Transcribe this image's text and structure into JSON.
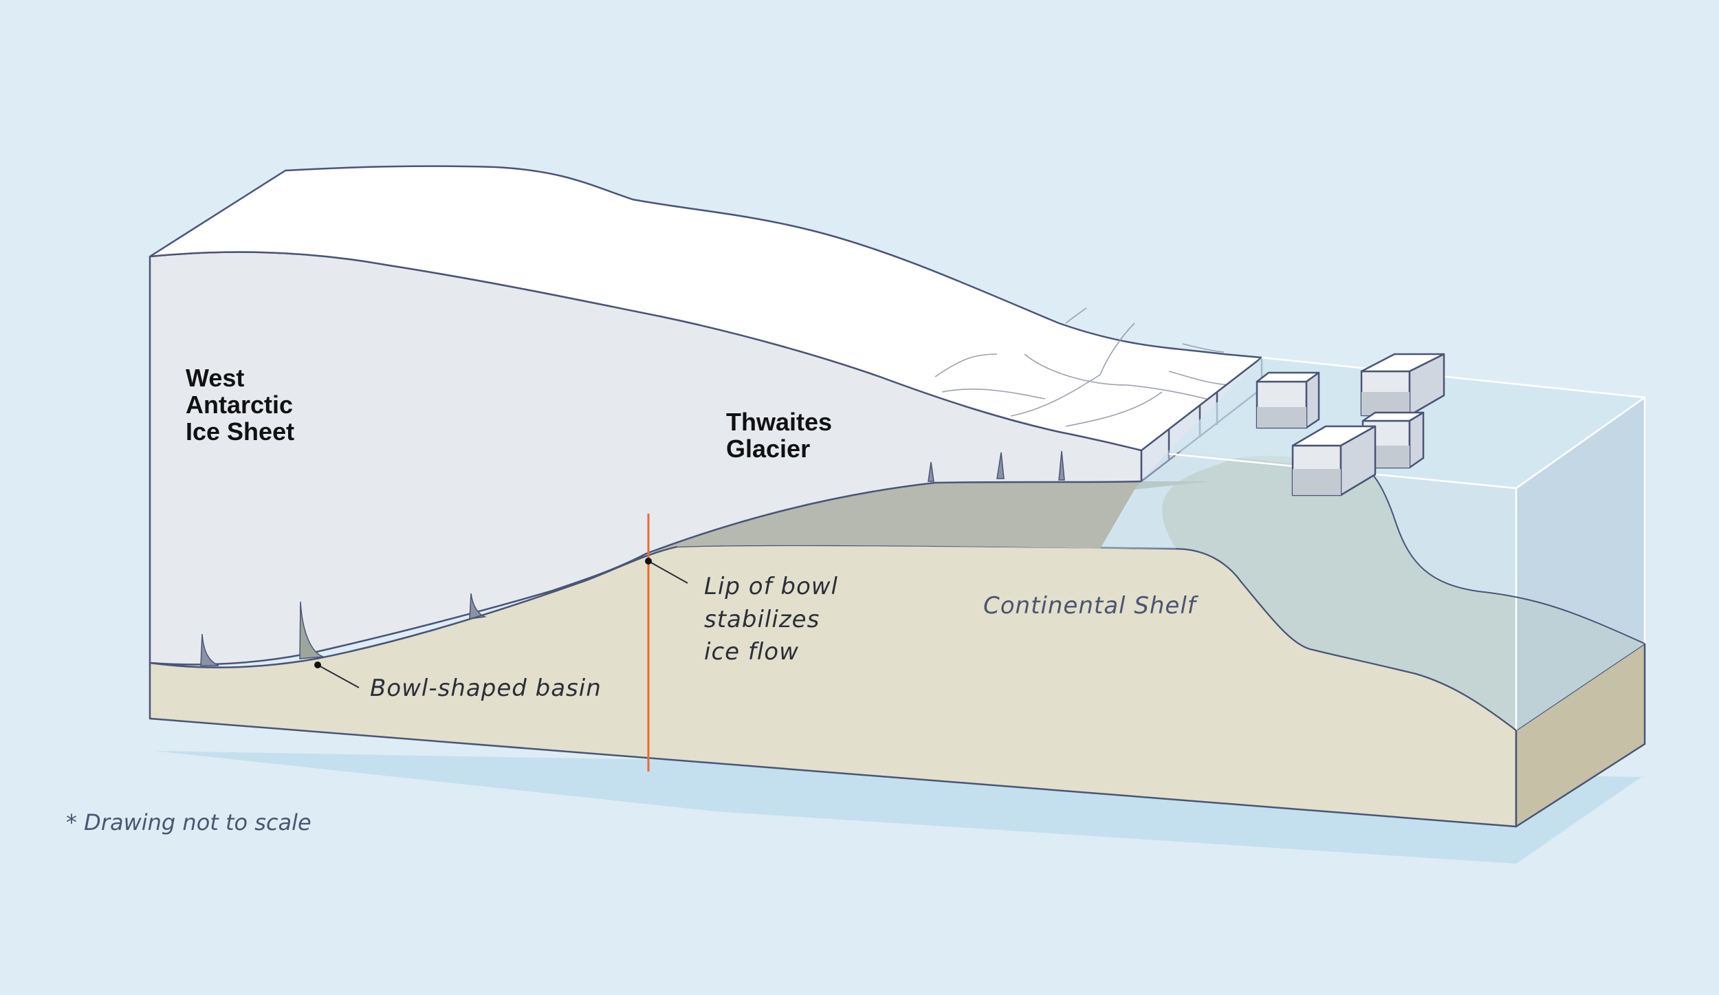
{
  "labels": {
    "west_antarctic_line1": "West",
    "west_antarctic_line2": "Antarctic",
    "west_antarctic_line3": "Ice Sheet",
    "thwaites_line1": "Thwaites",
    "thwaites_line2": "Glacier",
    "lip_line1": "Lip of bowl",
    "lip_line2": "stabilizes",
    "lip_line3": "ice flow",
    "bowl_basin": "Bowl-shaped basin",
    "continental_shelf": "Continental Shelf",
    "footnote": "*  Drawing not to scale"
  },
  "colors": {
    "background": "#deecf5",
    "ice_top": "#ffffff",
    "ice_side": "#e6eaef",
    "bedrock": "#e2dfcc",
    "bedrock_side": "#c6c1a6",
    "grounded_zone": "#b5b9b0",
    "water": "#c2dbe6",
    "shadow": "#c4e0ee",
    "outline": "#4a5576",
    "lip_marker": "#ee6a2a"
  }
}
